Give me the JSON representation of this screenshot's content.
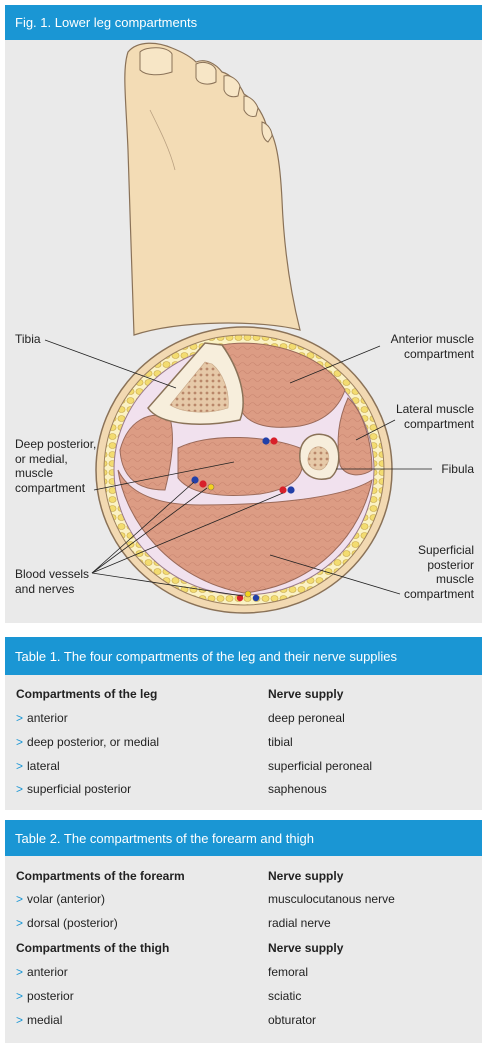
{
  "figure": {
    "title": "Fig. 1. Lower leg compartments",
    "labels": {
      "tibia": "Tibia",
      "anterior": [
        "Anterior muscle",
        "compartment"
      ],
      "lateral": [
        "Lateral muscle",
        "compartment"
      ],
      "deep_posterior": [
        "Deep posterior,",
        "or medial,",
        "muscle",
        "compartment"
      ],
      "fibula": "Fibula",
      "blood_vessels": [
        "Blood vessels",
        "and nerves"
      ],
      "superficial_posterior": [
        "Superficial",
        "posterior",
        "muscle",
        "compartment"
      ]
    },
    "colors": {
      "accent": "#1a96d4",
      "muscle": "#dc9c84",
      "skin": "#f2d9b2",
      "fat": "#f5e27a",
      "bone": "#f7eedc",
      "artery": "#d8202a",
      "vein": "#2240a8",
      "nerve": "#f2d21e"
    }
  },
  "table1": {
    "title": "Table 1. The four compartments of the leg and their nerve supplies",
    "col1_header": "Compartments of the leg",
    "col2_header": "Nerve supply",
    "bullet": ">",
    "rows": [
      {
        "compartment": "anterior",
        "nerve": "deep peroneal"
      },
      {
        "compartment": "deep posterior, or medial",
        "nerve": "tibial"
      },
      {
        "compartment": "lateral",
        "nerve": "superficial peroneal"
      },
      {
        "compartment": "superficial posterior",
        "nerve": "saphenous"
      }
    ]
  },
  "table2": {
    "title": "Table 2. The compartments of the forearm and thigh",
    "bullet": ">",
    "forearm": {
      "col1_header": "Compartments of the forearm",
      "col2_header": "Nerve supply",
      "rows": [
        {
          "compartment": "volar (anterior)",
          "nerve": "musculocutanous nerve"
        },
        {
          "compartment": "dorsal (posterior)",
          "nerve": "radial nerve"
        }
      ]
    },
    "thigh": {
      "col1_header": "Compartments of the thigh",
      "col2_header": "Nerve supply",
      "rows": [
        {
          "compartment": "anterior",
          "nerve": "femoral"
        },
        {
          "compartment": "posterior",
          "nerve": "sciatic"
        },
        {
          "compartment": "medial",
          "nerve": "obturator"
        }
      ]
    }
  }
}
